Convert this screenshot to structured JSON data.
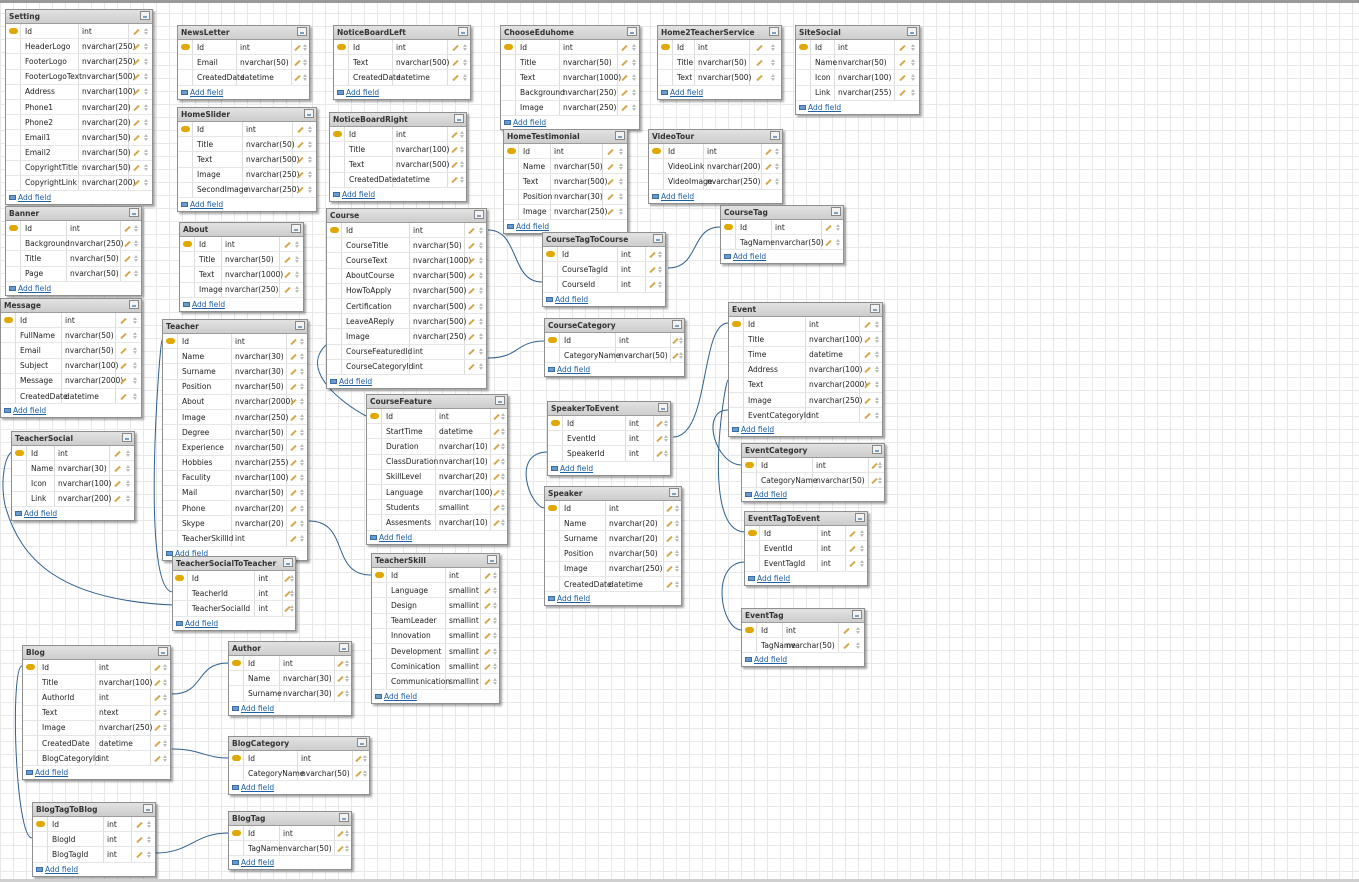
{
  "add_field_label": "Add field",
  "tables": [
    {
      "id": "Setting",
      "name": "Setting",
      "fields": [
        [
          "Id",
          "int"
        ],
        [
          "HeaderLogo",
          "nvarchar(250)"
        ],
        [
          "FooterLogo",
          "nvarchar(250)"
        ],
        [
          "FooterLogoText",
          "nvarchar(500)"
        ],
        [
          "Address",
          "nvarchar(100)"
        ],
        [
          "Phone1",
          "nvarchar(20)"
        ],
        [
          "Phone2",
          "nvarchar(20)"
        ],
        [
          "Email1",
          "nvarchar(50)"
        ],
        [
          "Email2",
          "nvarchar(50)"
        ],
        [
          "CopyrightTitle",
          "nvarchar(50)"
        ],
        [
          "CopyrightLink",
          "nvarchar(200)"
        ]
      ]
    },
    {
      "id": "NewsLetter",
      "name": "NewsLetter",
      "fields": [
        [
          "Id",
          "int"
        ],
        [
          "Email",
          "nvarchar(50)"
        ],
        [
          "CreatedDate",
          "datetime"
        ]
      ]
    },
    {
      "id": "NoticeBoardLeft",
      "name": "NoticeBoardLeft",
      "fields": [
        [
          "Id",
          "int"
        ],
        [
          "Text",
          "nvarchar(500)"
        ],
        [
          "CreatedDate",
          "datetime"
        ]
      ]
    },
    {
      "id": "ChooseEduhome",
      "name": "ChooseEduhome",
      "fields": [
        [
          "Id",
          "int"
        ],
        [
          "Title",
          "nvarchar(50)"
        ],
        [
          "Text",
          "nvarchar(1000)"
        ],
        [
          "Background",
          "nvarchar(250)"
        ],
        [
          "Image",
          "nvarchar(250)"
        ]
      ]
    },
    {
      "id": "Home2TeacherService",
      "name": "Home2TeacherService",
      "fields": [
        [
          "Id",
          "int"
        ],
        [
          "Title",
          "nvarchar(50)"
        ],
        [
          "Text",
          "nvarchar(500)"
        ]
      ]
    },
    {
      "id": "SiteSocial",
      "name": "SiteSocial",
      "fields": [
        [
          "Id",
          "int"
        ],
        [
          "Name",
          "nvarchar(50)"
        ],
        [
          "Icon",
          "nvarchar(100)"
        ],
        [
          "Link",
          "nvarchar(255)"
        ]
      ]
    },
    {
      "id": "HomeSlider",
      "name": "HomeSlider",
      "fields": [
        [
          "Id",
          "int"
        ],
        [
          "Title",
          "nvarchar(50)"
        ],
        [
          "Text",
          "nvarchar(500)"
        ],
        [
          "Image",
          "nvarchar(250)"
        ],
        [
          "SecondImage",
          "nvarchar(250)"
        ]
      ]
    },
    {
      "id": "NoticeBoardRight",
      "name": "NoticeBoardRight",
      "fields": [
        [
          "Id",
          "int"
        ],
        [
          "Title",
          "nvarchar(100)"
        ],
        [
          "Text",
          "nvarchar(500)"
        ],
        [
          "CreatedDate",
          "datetime"
        ]
      ]
    },
    {
      "id": "HomeTestimonial",
      "name": "HomeTestimonial",
      "fields": [
        [
          "Id",
          "int"
        ],
        [
          "Name",
          "nvarchar(50)"
        ],
        [
          "Text",
          "nvarchar(500)"
        ],
        [
          "Position",
          "nvarchar(30)"
        ],
        [
          "Image",
          "nvarchar(250)"
        ]
      ]
    },
    {
      "id": "VideoTour",
      "name": "VideoTour",
      "fields": [
        [
          "Id",
          "int"
        ],
        [
          "VideoLink",
          "nvarchar(200)"
        ],
        [
          "VideoImage",
          "nvarchar(250)"
        ]
      ]
    },
    {
      "id": "Banner",
      "name": "Banner",
      "fields": [
        [
          "Id",
          "int"
        ],
        [
          "Background",
          "nvarchar(250)"
        ],
        [
          "Title",
          "nvarchar(50)"
        ],
        [
          "Page",
          "nvarchar(50)"
        ]
      ]
    },
    {
      "id": "About",
      "name": "About",
      "fields": [
        [
          "Id",
          "int"
        ],
        [
          "Title",
          "nvarchar(50)"
        ],
        [
          "Text",
          "nvarchar(1000)"
        ],
        [
          "Image",
          "nvarchar(250)"
        ]
      ]
    },
    {
      "id": "Course",
      "name": "Course",
      "fields": [
        [
          "Id",
          "int"
        ],
        [
          "CourseTitle",
          "nvarchar(50)"
        ],
        [
          "CourseText",
          "nvarchar(1000)"
        ],
        [
          "AboutCourse",
          "nvarchar(500)"
        ],
        [
          "HowToApply",
          "nvarchar(500)"
        ],
        [
          "Certification",
          "nvarchar(500)"
        ],
        [
          "LeaveAReply",
          "nvarchar(500)"
        ],
        [
          "Image",
          "nvarchar(250)"
        ],
        [
          "CourseFeaturedId",
          "int"
        ],
        [
          "CourseCategoryId",
          "int"
        ]
      ]
    },
    {
      "id": "CourseTagToCourse",
      "name": "CourseTagToCourse",
      "fields": [
        [
          "Id",
          "int"
        ],
        [
          "CourseTagId",
          "int"
        ],
        [
          "CourseId",
          "int"
        ]
      ]
    },
    {
      "id": "CourseTag",
      "name": "CourseTag",
      "fields": [
        [
          "Id",
          "int"
        ],
        [
          "TagName",
          "nvarchar(50)"
        ]
      ]
    },
    {
      "id": "Message",
      "name": "Message",
      "fields": [
        [
          "Id",
          "int"
        ],
        [
          "FullName",
          "nvarchar(50)"
        ],
        [
          "Email",
          "nvarchar(50)"
        ],
        [
          "Subject",
          "nvarchar(100)"
        ],
        [
          "Message",
          "nvarchar(2000)"
        ],
        [
          "CreatedDate",
          "datetime"
        ]
      ]
    },
    {
      "id": "Teacher",
      "name": "Teacher",
      "fields": [
        [
          "Id",
          "int"
        ],
        [
          "Name",
          "nvarchar(30)"
        ],
        [
          "Surname",
          "nvarchar(30)"
        ],
        [
          "Position",
          "nvarchar(50)"
        ],
        [
          "About",
          "nvarchar(2000)"
        ],
        [
          "Image",
          "nvarchar(250)"
        ],
        [
          "Degree",
          "nvarchar(50)"
        ],
        [
          "Experience",
          "nvarchar(50)"
        ],
        [
          "Hobbies",
          "nvarchar(255)"
        ],
        [
          "Faculity",
          "nvarchar(100)"
        ],
        [
          "Mail",
          "nvarchar(50)"
        ],
        [
          "Phone",
          "nvarchar(20)"
        ],
        [
          "Skype",
          "nvarchar(20)"
        ],
        [
          "TeacherSkillId",
          "int"
        ]
      ]
    },
    {
      "id": "CourseCategory",
      "name": "CourseCategory",
      "fields": [
        [
          "Id",
          "int"
        ],
        [
          "CategoryName",
          "nvarchar(50)"
        ]
      ]
    },
    {
      "id": "Event",
      "name": "Event",
      "fields": [
        [
          "Id",
          "int"
        ],
        [
          "Title",
          "nvarchar(100)"
        ],
        [
          "Time",
          "datetime"
        ],
        [
          "Address",
          "nvarchar(100)"
        ],
        [
          "Text",
          "nvarchar(2000)"
        ],
        [
          "Image",
          "nvarchar(250)"
        ],
        [
          "EventCategoryId",
          "int"
        ]
      ]
    },
    {
      "id": "CourseFeature",
      "name": "CourseFeature",
      "fields": [
        [
          "Id",
          "int"
        ],
        [
          "StartTime",
          "datetime"
        ],
        [
          "Duration",
          "nvarchar(10)"
        ],
        [
          "ClassDuration",
          "nvarchar(10)"
        ],
        [
          "SkillLevel",
          "nvarchar(20)"
        ],
        [
          "Language",
          "nvarchar(100)"
        ],
        [
          "Students",
          "smallint"
        ],
        [
          "Assesments",
          "nvarchar(10)"
        ]
      ]
    },
    {
      "id": "SpeakerToEvent",
      "name": "SpeakerToEvent",
      "fields": [
        [
          "Id",
          "int"
        ],
        [
          "EventId",
          "int"
        ],
        [
          "SpeakerId",
          "int"
        ]
      ]
    },
    {
      "id": "TeacherSocial",
      "name": "TeacherSocial",
      "fields": [
        [
          "Id",
          "int"
        ],
        [
          "Name",
          "nvarchar(30)"
        ],
        [
          "Icon",
          "nvarchar(100)"
        ],
        [
          "Link",
          "nvarchar(200)"
        ]
      ]
    },
    {
      "id": "EventCategory",
      "name": "EventCategory",
      "fields": [
        [
          "Id",
          "int"
        ],
        [
          "CategoryName",
          "nvarchar(50)"
        ]
      ]
    },
    {
      "id": "Speaker",
      "name": "Speaker",
      "fields": [
        [
          "Id",
          "int"
        ],
        [
          "Name",
          "nvarchar(20)"
        ],
        [
          "Surname",
          "nvarchar(20)"
        ],
        [
          "Position",
          "nvarchar(50)"
        ],
        [
          "Image",
          "nvarchar(250)"
        ],
        [
          "CreatedDate",
          "datetime"
        ]
      ]
    },
    {
      "id": "EventTagToEvent",
      "name": "EventTagToEvent",
      "fields": [
        [
          "Id",
          "int"
        ],
        [
          "EventId",
          "int"
        ],
        [
          "EventTagId",
          "int"
        ]
      ]
    },
    {
      "id": "TeacherSocialToTeacher",
      "name": "TeacherSocialToTeacher",
      "fields": [
        [
          "Id",
          "int"
        ],
        [
          "TeacherId",
          "int"
        ],
        [
          "TeacherSocialId",
          "int"
        ]
      ]
    },
    {
      "id": "TeacherSkill",
      "name": "TeacherSkill",
      "fields": [
        [
          "Id",
          "int"
        ],
        [
          "Language",
          "smallint"
        ],
        [
          "Design",
          "smallint"
        ],
        [
          "TeamLeader",
          "smallint"
        ],
        [
          "Innovation",
          "smallint"
        ],
        [
          "Development",
          "smallint"
        ],
        [
          "Cominication",
          "smallint"
        ],
        [
          "Communication",
          "smallint"
        ]
      ]
    },
    {
      "id": "EventTag",
      "name": "EventTag",
      "fields": [
        [
          "Id",
          "int"
        ],
        [
          "TagName",
          "nvarchar(50)"
        ]
      ]
    },
    {
      "id": "Blog",
      "name": "Blog",
      "fields": [
        [
          "Id",
          "int"
        ],
        [
          "Title",
          "nvarchar(100)"
        ],
        [
          "AuthorId",
          "int"
        ],
        [
          "Text",
          "ntext"
        ],
        [
          "Image",
          "nvarchar(250)"
        ],
        [
          "CreatedDate",
          "datetime"
        ],
        [
          "BlogCategoryId",
          "int"
        ]
      ]
    },
    {
      "id": "Author",
      "name": "Author",
      "fields": [
        [
          "Id",
          "int"
        ],
        [
          "Name",
          "nvarchar(30)"
        ],
        [
          "Surname",
          "nvarchar(30)"
        ]
      ]
    },
    {
      "id": "BlogCategory",
      "name": "BlogCategory",
      "fields": [
        [
          "Id",
          "int"
        ],
        [
          "CategoryName",
          "nvarchar(50)"
        ]
      ]
    },
    {
      "id": "BlogTagToBlog",
      "name": "BlogTagToBlog",
      "fields": [
        [
          "Id",
          "int"
        ],
        [
          "BlogId",
          "int"
        ],
        [
          "BlogTagId",
          "int"
        ]
      ]
    },
    {
      "id": "BlogTag",
      "name": "BlogTag",
      "fields": [
        [
          "Id",
          "int"
        ],
        [
          "TagName",
          "nvarchar(50)"
        ]
      ]
    }
  ]
}
